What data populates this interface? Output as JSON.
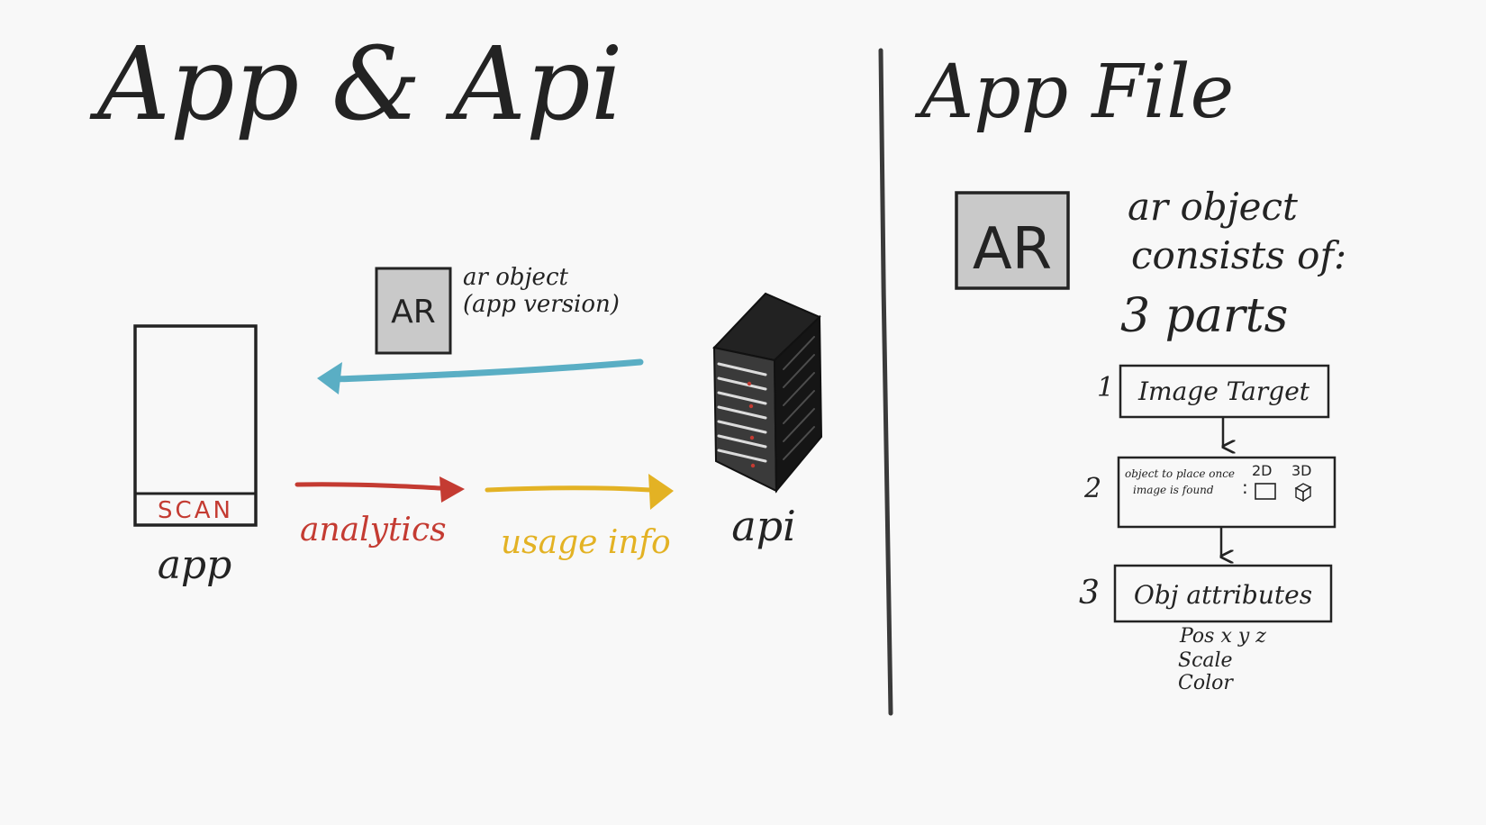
{
  "left_panel": {
    "title": "App & Api",
    "ar_box_label": "AR",
    "ar_caption_line1": "ar object",
    "ar_caption_line2": "(app version)",
    "phone_button": "SCAN",
    "phone_label": "app",
    "server_label": "api",
    "analytics_label": "analytics",
    "usage_label": "usage info"
  },
  "right_panel": {
    "title": "App File",
    "ar_box_label": "AR",
    "desc_line1": "ar object",
    "desc_line2": "consists of:",
    "desc_line3": "3 parts",
    "steps": [
      {
        "number": "1",
        "label": "Image Target"
      },
      {
        "number": "2",
        "label_line1": "object to place once",
        "label_line2": "image is found",
        "colon": ":",
        "option_2d": "2D",
        "option_3d": "3D"
      },
      {
        "number": "3",
        "label": "Obj attributes"
      }
    ],
    "attributes": [
      "Pos x y z",
      "Scale",
      "Color"
    ]
  },
  "colors": {
    "ink": "#232323",
    "ar_box_fill": "#c9c9c9",
    "api_arrow": "#5aaec4",
    "analytics": "#c43b32",
    "usage": "#e3b224",
    "background": "#f8f8f8"
  }
}
